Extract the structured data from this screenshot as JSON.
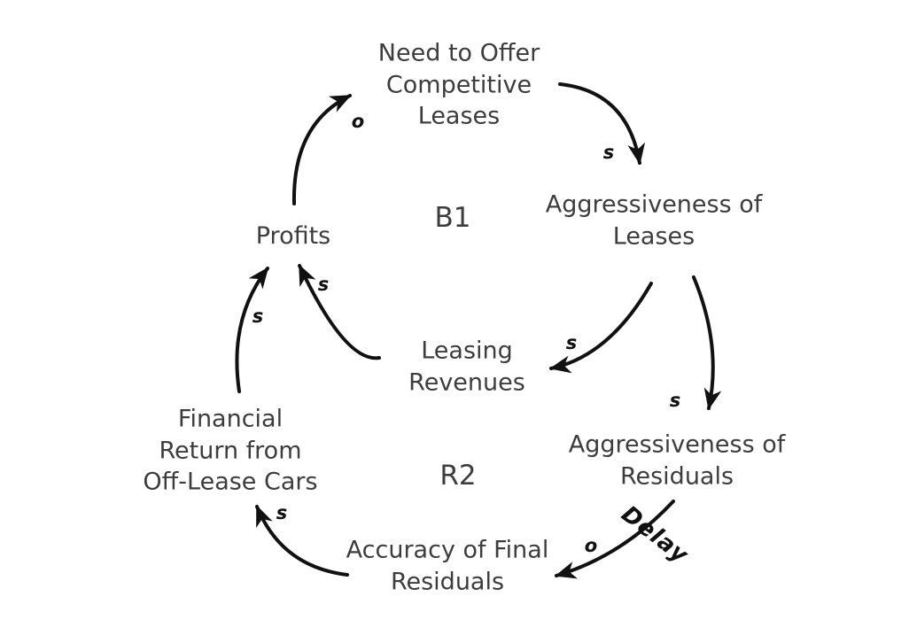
{
  "diagram": {
    "type": "causal-loop-diagram",
    "background_color": "#ffffff",
    "ink_color": "#111111",
    "text_color": "#3d3d3d",
    "nodes": [
      {
        "id": "need-to-offer-competitive-leases",
        "label": "Need to Offer\nCompetitive\nLeases"
      },
      {
        "id": "aggressiveness-of-leases",
        "label": "Aggressiveness of\nLeases"
      },
      {
        "id": "profits",
        "label": "Profits"
      },
      {
        "id": "leasing-revenues",
        "label": "Leasing\nRevenues"
      },
      {
        "id": "aggressiveness-of-residuals",
        "label": "Aggressiveness of\nResiduals"
      },
      {
        "id": "financial-return-from-off-lease-cars",
        "label": "Financial\nReturn from\nOff-Lease Cars"
      },
      {
        "id": "accuracy-of-final-residuals",
        "label": "Accuracy of Final\nResiduals"
      }
    ],
    "loops": [
      {
        "label": "B1"
      },
      {
        "label": "R2"
      }
    ],
    "links": [
      {
        "from": "profits",
        "to": "need-to-offer-competitive-leases",
        "polarity": "o"
      },
      {
        "from": "need-to-offer-competitive-leases",
        "to": "aggressiveness-of-leases",
        "polarity": "s"
      },
      {
        "from": "aggressiveness-of-leases",
        "to": "leasing-revenues",
        "polarity": "s"
      },
      {
        "from": "leasing-revenues",
        "to": "profits",
        "polarity": "s"
      },
      {
        "from": "aggressiveness-of-leases",
        "to": "aggressiveness-of-residuals",
        "polarity": "s"
      },
      {
        "from": "aggressiveness-of-residuals",
        "to": "accuracy-of-final-residuals",
        "polarity": "o",
        "delay_label": "Delay"
      },
      {
        "from": "accuracy-of-final-residuals",
        "to": "financial-return-from-off-lease-cars",
        "polarity": "s"
      },
      {
        "from": "financial-return-from-off-lease-cars",
        "to": "profits",
        "polarity": "s"
      }
    ]
  }
}
